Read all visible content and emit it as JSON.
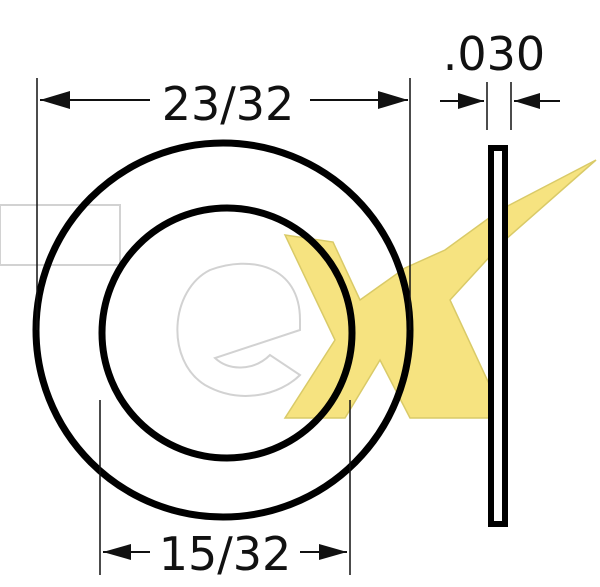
{
  "diagram": {
    "outer_diameter_label": "23/32",
    "inner_diameter_label": "15/32",
    "thickness_label": ".030"
  },
  "watermark": {
    "logo_text": "ex",
    "logo_color": "#f6e27a"
  },
  "colors": {
    "line": "#111111",
    "background": "#ffffff"
  }
}
